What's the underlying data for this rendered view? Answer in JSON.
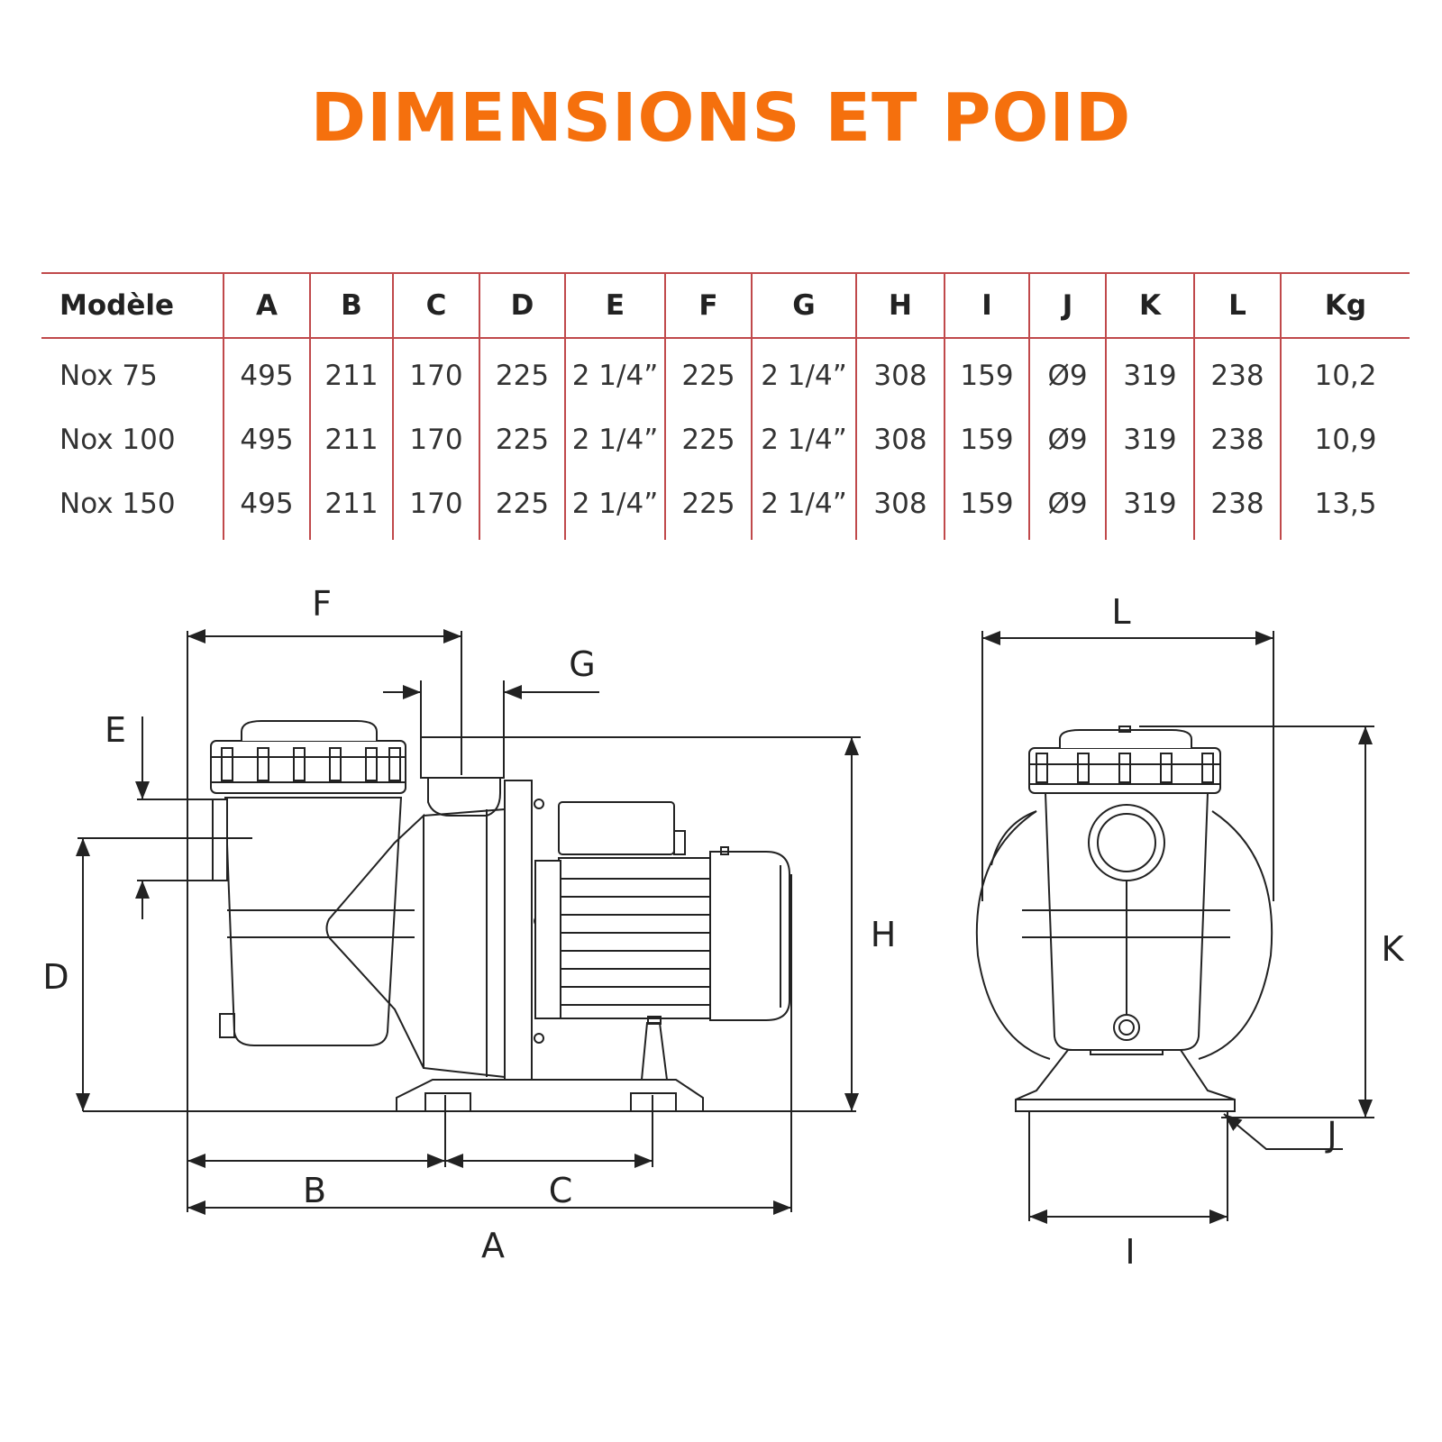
{
  "title": "DIMENSIONS ET POID",
  "table": {
    "headers": [
      "Modèle",
      "A",
      "B",
      "C",
      "D",
      "E",
      "F",
      "G",
      "H",
      "I",
      "J",
      "K",
      "L",
      "Kg"
    ],
    "rows": [
      [
        "Nox 75",
        "495",
        "211",
        "170",
        "225",
        "2 1/4”",
        "225",
        "2 1/4”",
        "308",
        "159",
        "Ø9",
        "319",
        "238",
        "10,2"
      ],
      [
        "Nox 100",
        "495",
        "211",
        "170",
        "225",
        "2 1/4”",
        "225",
        "2 1/4”",
        "308",
        "159",
        "Ø9",
        "319",
        "238",
        "10,9"
      ],
      [
        "Nox 150",
        "495",
        "211",
        "170",
        "225",
        "2 1/4”",
        "225",
        "2 1/4”",
        "308",
        "159",
        "Ø9",
        "319",
        "238",
        "13,5"
      ]
    ]
  },
  "diagram": {
    "labels": {
      "A": "A",
      "B": "B",
      "C": "C",
      "D": "D",
      "E": "E",
      "F": "F",
      "G": "G",
      "H": "H",
      "I": "I",
      "J": "J",
      "K": "K",
      "L": "L"
    }
  },
  "colors": {
    "title": "#f5700d",
    "table_rule": "#c0494b",
    "drawing": "#222222"
  }
}
